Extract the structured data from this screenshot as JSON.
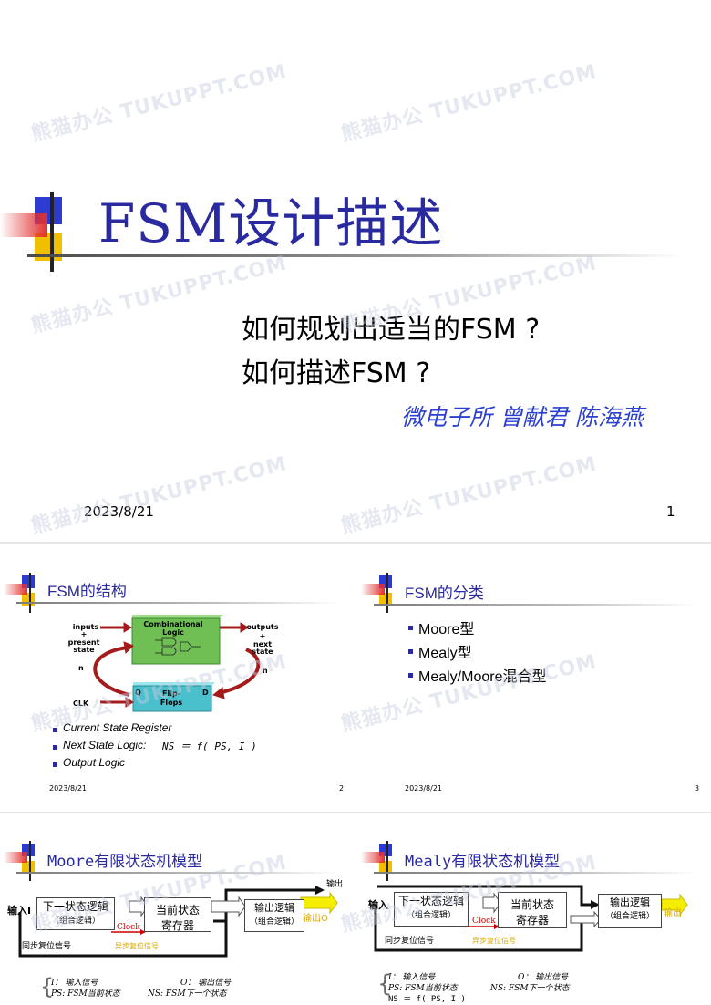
{
  "slide1": {
    "title": "FSM设计描述",
    "question1": "如何规划出适当的FSM ?",
    "question2": "如何描述FSM ?",
    "authors": "微电子所 曾献君 陈海燕",
    "date": "2023/8/21",
    "page": "1"
  },
  "slide2": {
    "title": "FSM的结构",
    "diagram": {
      "comb_logic": "Combinational Logic",
      "flip_flops": "Flip- Flops",
      "inputs": "inputs",
      "plus1": "+",
      "present_state": "present state",
      "outputs": "outputs",
      "plus2": "+",
      "next_state": "next state",
      "n_left": "n",
      "n_right": "n",
      "q": "Q",
      "d": "D",
      "clk": "CLK"
    },
    "bullets": [
      "Current State Register",
      "Next State Logic:",
      "Output Logic"
    ],
    "formula": "NS ＝ f( PS, I )",
    "date": "2023/8/21",
    "page": "2"
  },
  "slide3": {
    "title": "FSM的分类",
    "items": [
      "Moore型",
      "Mealy型",
      "Mealy/Moore混合型"
    ],
    "date": "2023/8/21",
    "page": "3"
  },
  "slide4": {
    "title": "Moore有限状态机模型",
    "input_label": "输入I",
    "output_top": "输出",
    "next_logic": "下一状态逻辑",
    "next_logic_sub": "（组合逻辑）",
    "current_reg": "当前状态",
    "current_reg2": "寄存器",
    "output_logic": "输出逻辑",
    "output_logic_sub": "（组合逻辑）",
    "output_o": "输出O",
    "clock": "Clock",
    "reset": "同步复位信号",
    "reset_yellow": "异步复位信号",
    "legend1a": "I： 输入信号",
    "legend1b": "O： 输出信号",
    "legend2a": "PS: FSM当前状态",
    "legend2b": "NS: FSM下一个状态"
  },
  "slide5": {
    "title": "Mealy有限状态机模型",
    "input_label": "输入",
    "next_logic": "下一状态逻辑",
    "next_logic_sub": "（组合逻辑）",
    "current_reg": "当前状态",
    "current_reg2": "寄存器",
    "output_logic": "输出逻辑",
    "output_logic_sub": "（组合逻辑）",
    "output_o": "输出",
    "clock": "Clock",
    "reset": "同步复位信号",
    "reset_yellow": "异步复位信号",
    "legend1a": "I： 输入信号",
    "legend1b": "O： 输出信号",
    "legend2a": "PS: FSM当前状态",
    "legend2b": "NS: FSM下一个状态",
    "legend3": "NS ＝ f( PS, I )"
  },
  "watermark": "熊猫办公 TUKUPPT.COM",
  "colors": {
    "title_blue": "#2a2aa0",
    "author_blue": "#2b3fd0",
    "accent_red": "#e23030",
    "accent_yellow": "#f0c000",
    "accent_blue": "#2e3bd0",
    "comb_green": "#6fbf55",
    "ff_cyan": "#4ac0cc"
  }
}
